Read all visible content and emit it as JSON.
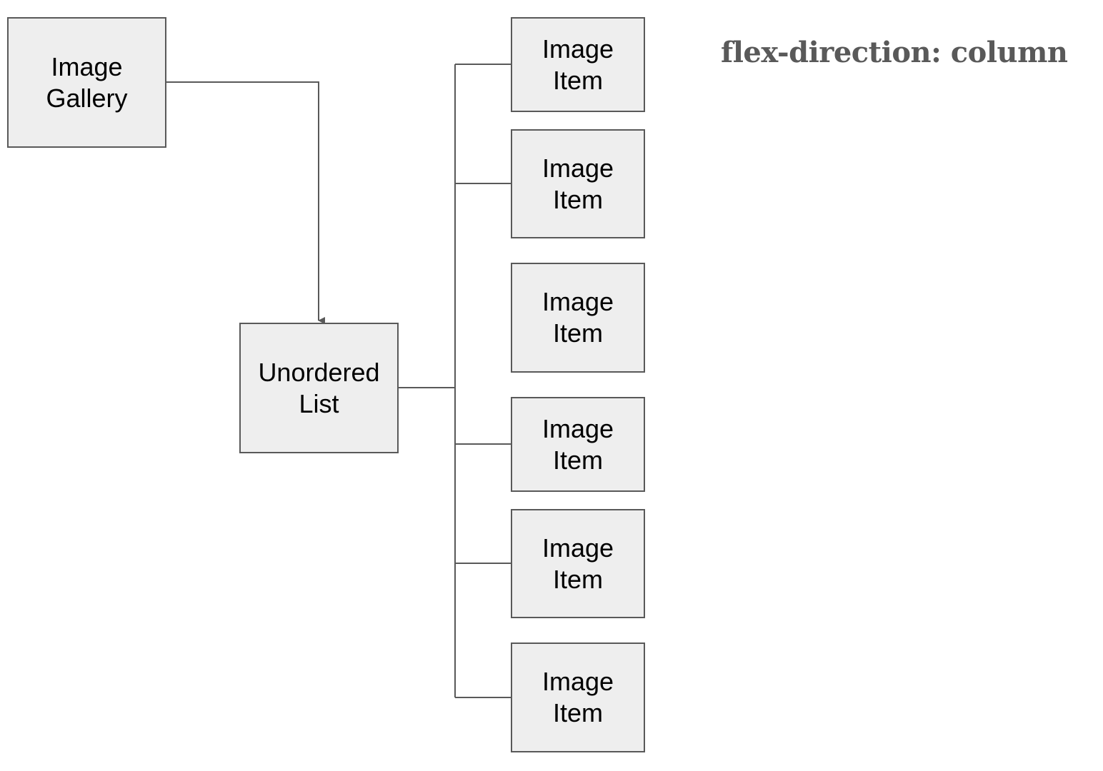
{
  "heading": "flex-direction: column",
  "nodes": {
    "gallery": {
      "line1": "Image",
      "line2": "Gallery"
    },
    "list": {
      "line1": "Unordered",
      "line2": "List"
    },
    "items": [
      {
        "line1": "Image",
        "line2": "Item"
      },
      {
        "line1": "Image",
        "line2": "Item"
      },
      {
        "line1": "Image",
        "line2": "Item"
      },
      {
        "line1": "Image",
        "line2": "Item"
      },
      {
        "line1": "Image",
        "line2": "Item"
      },
      {
        "line1": "Image",
        "line2": "Item"
      }
    ]
  },
  "colors": {
    "node_fill": "#eeeeee",
    "stroke": "#595959",
    "heading": "#595959"
  }
}
